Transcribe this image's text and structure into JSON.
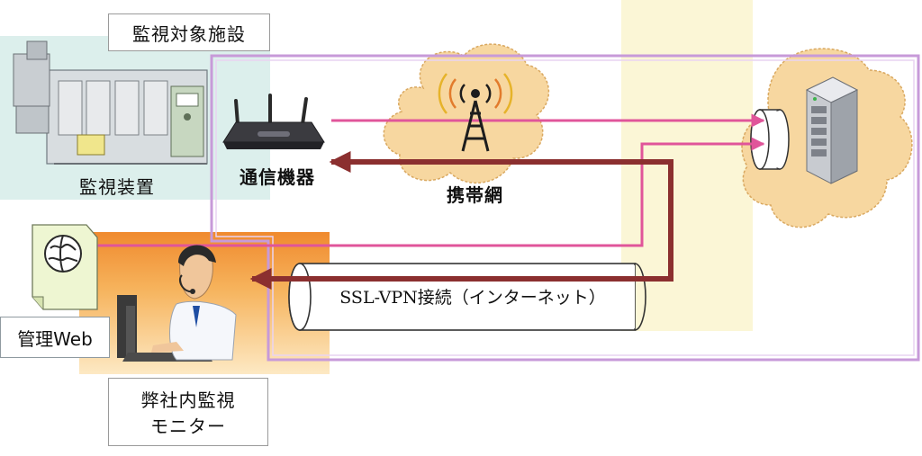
{
  "labels": {
    "facility": "監視対象施設",
    "monitoring_device": "監視装置",
    "comm_device": "通信機器",
    "mobile_network": "携帯網",
    "management_web": "管理Web",
    "company_monitor_line1": "弊社内監視",
    "company_monitor_line2": "モニター",
    "vpn": "SSL-VPN接続（インターネット）"
  },
  "colors": {
    "facility_bg": "#dcefec",
    "office_bg": "#f6b35c",
    "cloud_bg": "#f7d7a0",
    "yellow_band": "#fbf6d6",
    "frame": "#c79ad9",
    "data_arrow": "#e0559a",
    "return_arrow": "#8b2f2f"
  },
  "icons": {
    "router": "router-icon",
    "tower": "cell-tower-icon",
    "server": "server-icon",
    "web_document": "web-document-icon"
  }
}
